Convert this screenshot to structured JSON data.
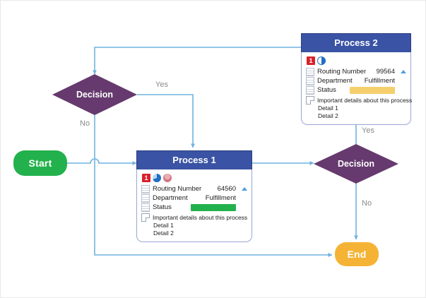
{
  "diagram": {
    "title": "Process flowchart with data-linked process shapes",
    "type": "flowchart",
    "colors": {
      "start_fill": "#22b14c",
      "end_fill": "#f5b335",
      "decision_fill": "#663a6e",
      "process_header": "#3a53a4",
      "process_border": "#9aa6d6",
      "connector": "#6fb4e0",
      "edge_label_text": "#8a8a8a",
      "status_ok": "#22b14c",
      "status_warn": "#f5cf6b",
      "badge_red": "#d8212a"
    }
  },
  "nodes": {
    "start": {
      "label": "Start"
    },
    "end": {
      "label": "End"
    },
    "decision_left": {
      "label": "Decision"
    },
    "decision_right": {
      "label": "Decision"
    },
    "process1": {
      "title": "Process 1",
      "icons": [
        "badge-one-icon",
        "pie-chart-icon",
        "person-alert-icon"
      ],
      "fields": [
        {
          "icon": "grid-icon",
          "label": "Routing Number",
          "value": "64560",
          "kind": "text",
          "caret": true
        },
        {
          "icon": "grid-icon",
          "label": "Department",
          "value": "Fulfillment",
          "kind": "text",
          "caret": false
        },
        {
          "icon": "grid-icon",
          "label": "Status",
          "value": "",
          "kind": "swatch",
          "swatch_color": "#22b14c",
          "caret": false
        }
      ],
      "detail_icon": "document-icon",
      "detail_heading": "Important details about this process",
      "details": [
        "Detail 1",
        "Detail 2"
      ]
    },
    "process2": {
      "title": "Process 2",
      "icons": [
        "badge-one-icon",
        "half-circle-icon"
      ],
      "fields": [
        {
          "icon": "grid-icon",
          "label": "Routing Number",
          "value": "99564",
          "kind": "text",
          "caret": true
        },
        {
          "icon": "grid-icon",
          "label": "Department",
          "value": "Fulfillment",
          "kind": "text",
          "caret": false
        },
        {
          "icon": "grid-icon",
          "label": "Status",
          "value": "",
          "kind": "swatch",
          "swatch_color": "#f5cf6b",
          "caret": false
        }
      ],
      "detail_icon": "document-icon",
      "detail_heading": "Important details about this process",
      "details": [
        "Detail 1",
        "Detail 2"
      ]
    }
  },
  "edges": {
    "decision_left_yes": "Yes",
    "decision_left_no": "No",
    "decision_right_yes": "Yes",
    "decision_right_no": "No"
  }
}
